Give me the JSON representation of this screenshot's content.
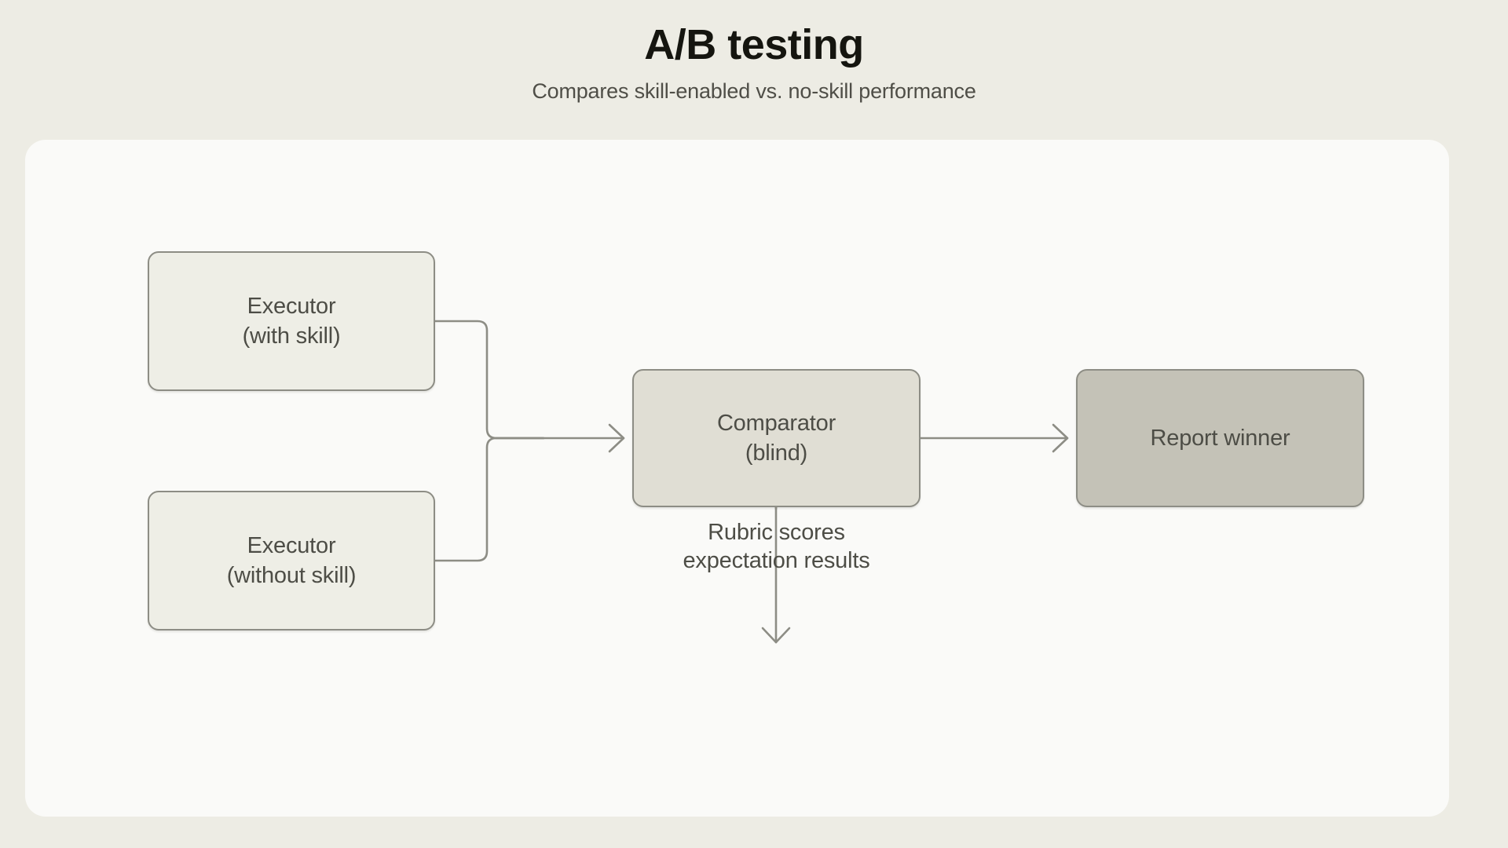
{
  "header": {
    "title": "A/B testing",
    "subtitle": "Compares skill-enabled vs. no-skill performance"
  },
  "colors": {
    "page_background": "#edece4",
    "card_background": "#fafaf8",
    "node_border": "#8d8d85",
    "node_fill_light": "#eeeee6",
    "node_fill_medium": "#e0ded4",
    "node_fill_dark": "#c4c2b7",
    "text_primary": "#15150f",
    "text_secondary": "#4f4e47",
    "node_text": "#4d4d46",
    "connector": "#8d8d85"
  },
  "diagram": {
    "type": "flowchart",
    "nodes": [
      {
        "id": "executor-with-skill",
        "line1": "Executor",
        "line2": "(with skill)",
        "fill": "#eeeee6"
      },
      {
        "id": "executor-without-skill",
        "line1": "Executor",
        "line2": "(without skill)",
        "fill": "#eeeee6"
      },
      {
        "id": "comparator-blind",
        "line1": "Comparator",
        "line2": "(blind)",
        "fill": "#e0ded4"
      },
      {
        "id": "report-winner",
        "line1": "Report winner",
        "line2": "",
        "fill": "#c4c2b7"
      }
    ],
    "caption": {
      "id": "rubric-scores-caption",
      "line1": "Rubric scores",
      "line2": "expectation results"
    },
    "edges": [
      {
        "from": "executor-with-skill",
        "to": "comparator-blind",
        "style": "elbow",
        "arrow": true
      },
      {
        "from": "executor-without-skill",
        "to": "comparator-blind",
        "style": "elbow",
        "arrow": true
      },
      {
        "from": "comparator-blind",
        "to": "report-winner",
        "style": "straight",
        "arrow": true
      },
      {
        "from": "comparator-blind",
        "to": "rubric-scores-caption",
        "style": "vertical",
        "arrow": true
      }
    ]
  }
}
